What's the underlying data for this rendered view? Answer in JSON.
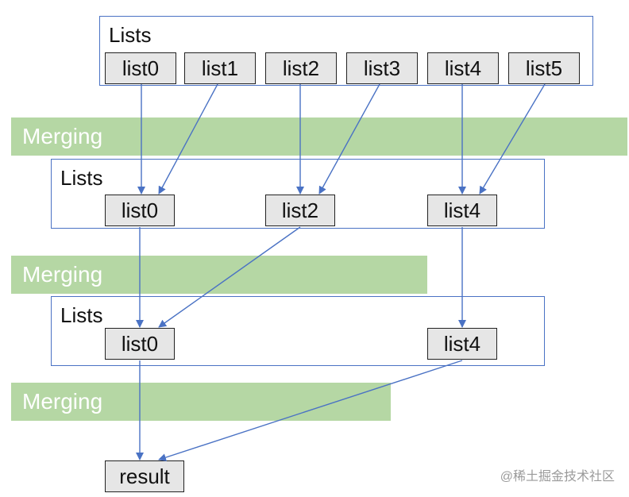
{
  "stage1": {
    "label": "Lists",
    "items": [
      "list0",
      "list1",
      "list2",
      "list3",
      "list4",
      "list5"
    ]
  },
  "merge1": {
    "label": "Merging"
  },
  "stage2": {
    "label": "Lists",
    "items": [
      "list0",
      "list2",
      "list4"
    ]
  },
  "merge2": {
    "label": "Merging"
  },
  "stage3": {
    "label": "Lists",
    "items": [
      "list0",
      "list4"
    ]
  },
  "merge3": {
    "label": "Merging"
  },
  "result": {
    "label": "result"
  },
  "watermark": "@稀土掘金技术社区",
  "colors": {
    "arrow": "#4a72c4",
    "band": "#b5d7a4",
    "node": "#e6e6e6",
    "frame": "#4a72c4"
  }
}
